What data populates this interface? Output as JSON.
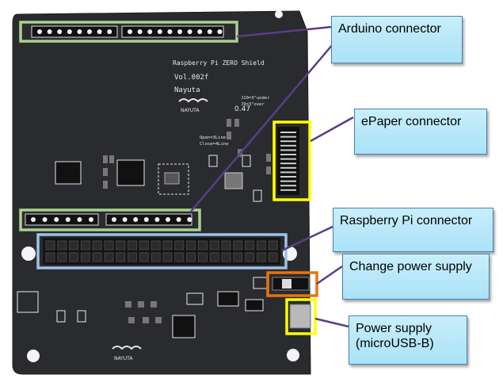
{
  "board": {
    "title_line1": "Raspberry Pi ZERO Shield",
    "title_line2": "Vol.002f",
    "title_line3": "Nayuta",
    "logo_text": "NAYUTA",
    "resistor_value": "0.47",
    "jumper_note_1": "J10=3\"under",
    "jumper_note_2": "J9=3\"over",
    "line_note_1": "Open=3Line",
    "line_note_2": "Close=4Line",
    "colors": {
      "pcb": "#2a2b2e",
      "silkscreen": "#e8e8e8",
      "pad": "#c9c9c9"
    }
  },
  "callouts": {
    "arduino": "Arduino connector",
    "epaper": "ePaper connector",
    "raspi": "Raspberry Pi connector",
    "power_change": "Change power supply",
    "power_supply_line1": "Power supply",
    "power_supply_line2": "(microUSB-B)"
  },
  "highlight_colors": {
    "arduino": "#a9d18e",
    "raspi": "#9dc3e6",
    "epaper": "#ffff00",
    "power_change": "#e8740c",
    "power_supply": "#ffff00",
    "leader": "#5a3d8a"
  }
}
